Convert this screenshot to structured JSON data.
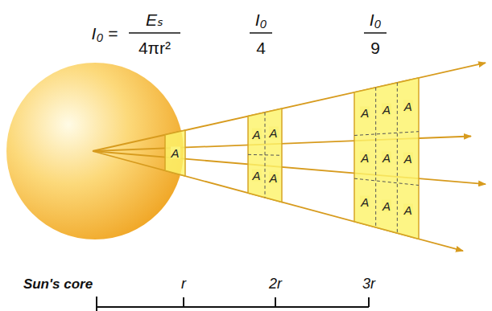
{
  "diagram": {
    "nodes": [
      {
        "text": [
          "A"
        ]
      },
      {
        "text": [
          "A",
          "A",
          "A",
          "A"
        ]
      },
      {
        "text": [
          "A",
          "A",
          "A",
          "A",
          "A",
          "A",
          "A",
          "A",
          "A"
        ]
      }
    ],
    "labels": [
      "I₀ =",
      "Eₛ",
      "4πr²",
      "I₀",
      "4",
      "I₀",
      "9",
      "Sun's core",
      "r",
      "2r",
      "3r"
    ]
  }
}
